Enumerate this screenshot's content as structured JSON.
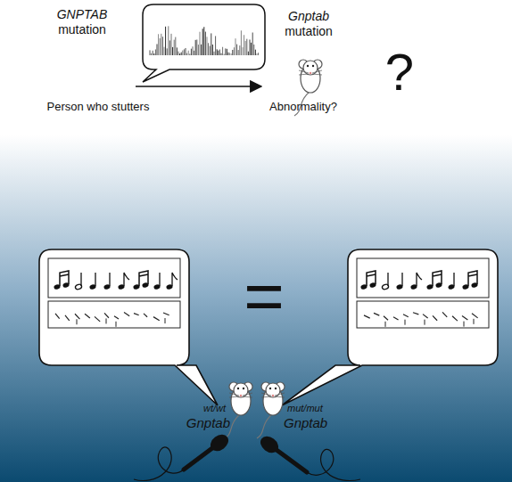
{
  "diagram": {
    "labels": [
      "GNPTAB",
      "mutation",
      "Person who stutters",
      "Gnptab",
      "mutation",
      "Abnormality?",
      "?",
      "=",
      "wt/wt",
      "Gnptab",
      "mut/mut",
      "Gnptab"
    ]
  }
}
